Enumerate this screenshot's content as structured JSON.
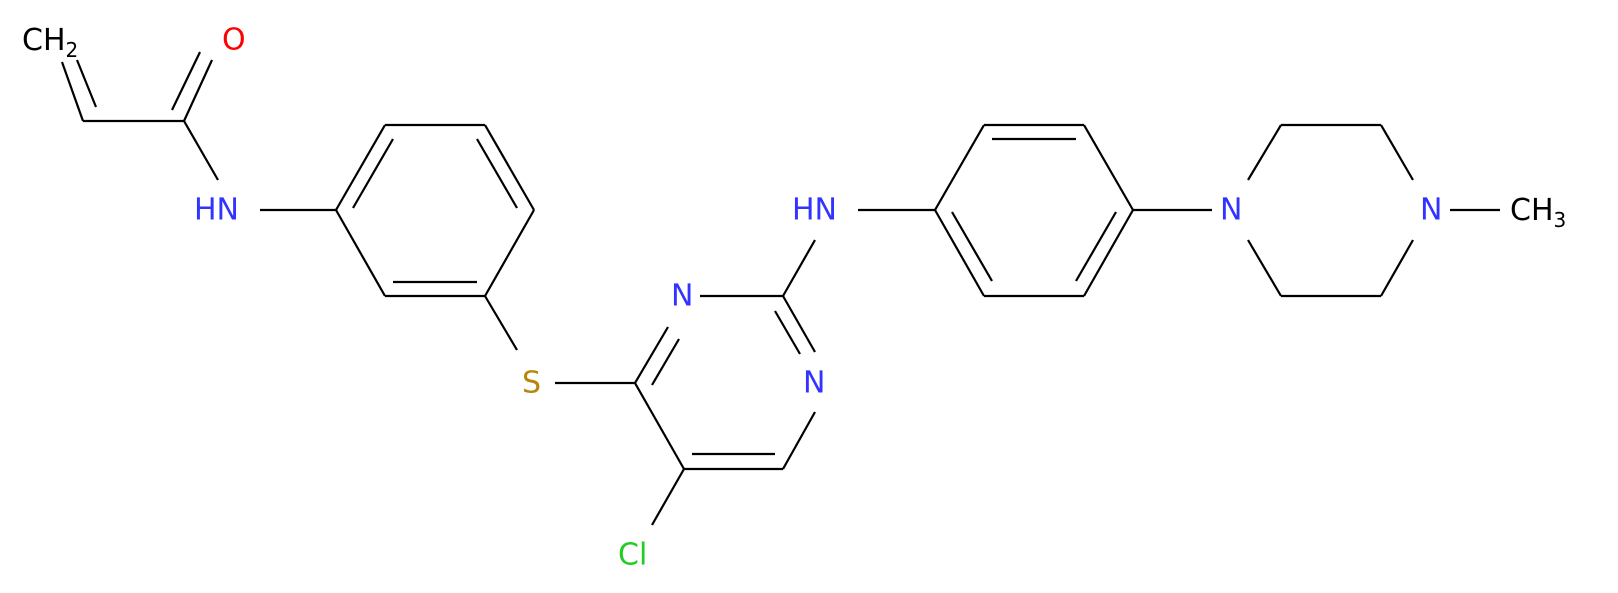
{
  "colors": {
    "bond": "#000000",
    "nitrogen": "#3333ff",
    "oxygen": "#ff0000",
    "sulfur": "#b8860b",
    "chlorine": "#22cc22",
    "carbon": "#000000"
  },
  "atoms": {
    "ch2": {
      "main": "CH",
      "sub": "2"
    },
    "o": {
      "main": "O"
    },
    "nh1": {
      "main": "HN"
    },
    "s": {
      "main": "S"
    },
    "n_pyr_top": {
      "main": "N"
    },
    "n_pyr_right": {
      "main": "N"
    },
    "nh2": {
      "main": "HN"
    },
    "cl": {
      "main": "Cl"
    },
    "n_pip1": {
      "main": "N"
    },
    "n_pip2": {
      "main": "N"
    },
    "ch3": {
      "main": "CH",
      "sub": "3"
    }
  }
}
